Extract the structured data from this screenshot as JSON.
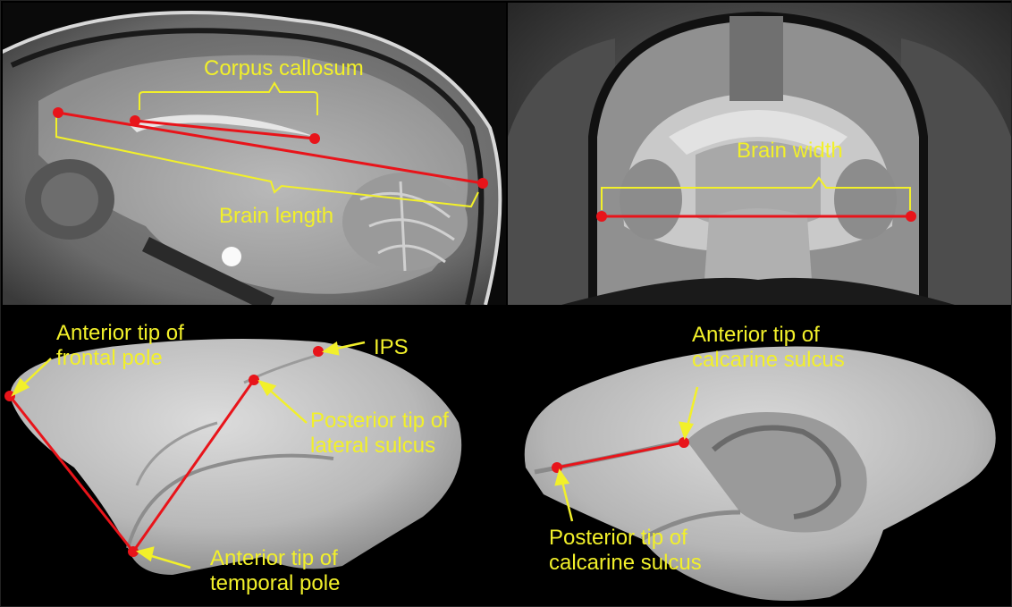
{
  "colors": {
    "label": "#f2f02a",
    "marker": "#e8141a",
    "background": "#000000"
  },
  "panels": {
    "sagittal": {
      "label_corpus": "Corpus callosum",
      "label_length": "Brain length"
    },
    "coronal": {
      "label_width": "Brain width"
    },
    "lateral": {
      "label_frontal": "Anterior tip of\nfrontal pole",
      "label_ips": "IPS",
      "label_lateral": "Posterior tip of\nlateral sulcus",
      "label_temporal": "Anterior tip of\ntemporal pole"
    },
    "medial": {
      "label_calc_ant": "Anterior tip of\ncalcarine sulcus",
      "label_calc_post": "Posterior tip of\ncalcarine sulcus"
    }
  }
}
